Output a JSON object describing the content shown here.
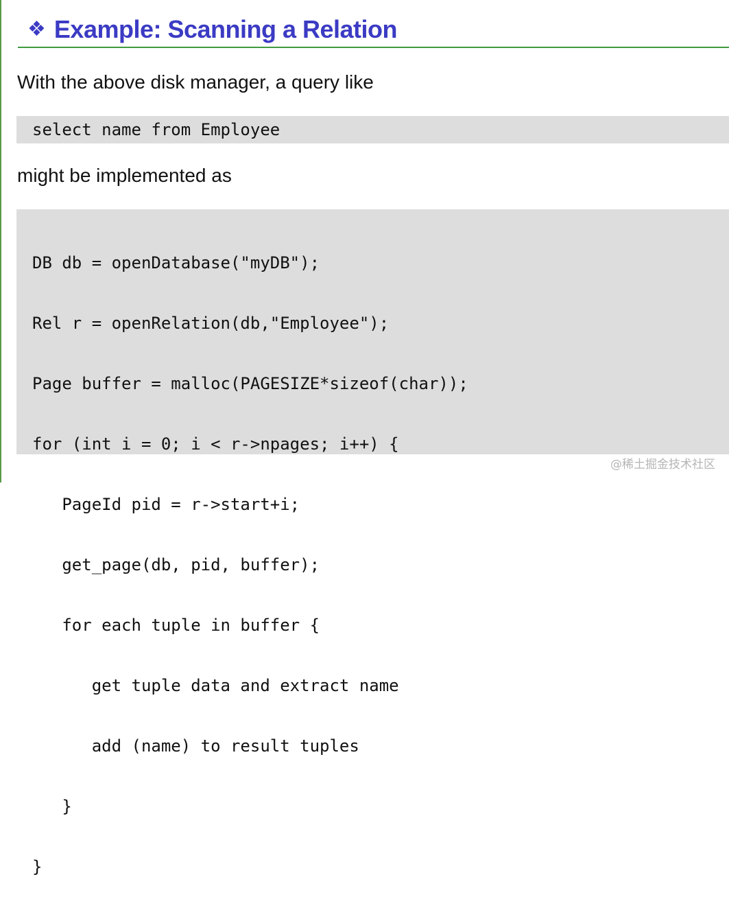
{
  "title": {
    "bullet": "❖",
    "text": "Example: Scanning a Relation"
  },
  "intro_text": "With the above disk manager, a query like",
  "query_code": "select name from Employee",
  "middle_text": "might be implemented as",
  "implementation_code": [
    "DB db = openDatabase(\"myDB\");",
    "Rel r = openRelation(db,\"Employee\");",
    "Page buffer = malloc(PAGESIZE*sizeof(char));",
    "for (int i = 0; i < r->npages; i++) {",
    "   PageId pid = r->start+i;",
    "   get_page(db, pid, buffer);",
    "   for each tuple in buffer {",
    "      get tuple data and extract name",
    "      add (name) to result tuples",
    "   }",
    "}"
  ],
  "watermark": "@稀土掘金技术社区",
  "colors": {
    "title": "#3b3bc4",
    "rule": "#3f9a3f",
    "code_background": "#dddddd"
  }
}
